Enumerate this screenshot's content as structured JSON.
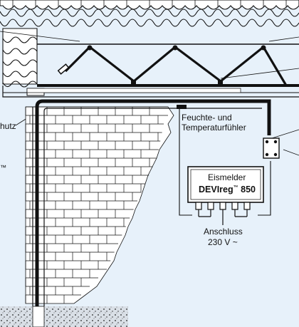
{
  "diagram": {
    "labels": {
      "fragment_left_1": "hutz",
      "fragment_left_2": "™",
      "sensor_line1": "Feuchte- und",
      "sensor_line2": "Temperaturfühler",
      "box_title": "Eismelder",
      "box_model_main": "DEVIreg",
      "box_model_tm": "™",
      "box_model_number": " 850",
      "power_line1": "Anschluss",
      "power_line2": "230 V ~"
    },
    "colors": {
      "background": "#e7f1fa",
      "line": "#111111",
      "brick_fill": "#ffffff"
    }
  }
}
